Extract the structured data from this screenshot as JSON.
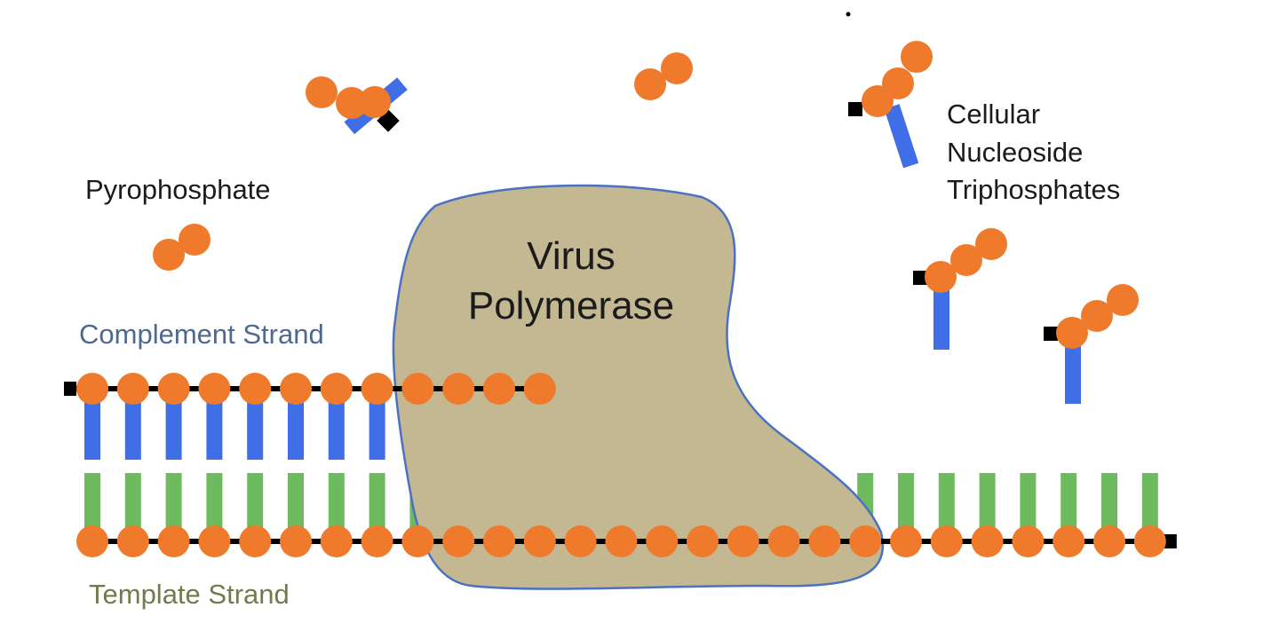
{
  "diagram": {
    "labels": {
      "pyrophosphate": "Pyrophosphate",
      "complement_strand": "Complement Strand",
      "template_strand": "Template Strand",
      "triphosphates_line1": "Cellular",
      "triphosphates_line2": "Nucleoside",
      "triphosphates_line3": "Triphosphates",
      "enzyme_line1": "Virus",
      "enzyme_line2": "Polymerase"
    },
    "colors": {
      "phosphate": "#ef7a2c",
      "complement_base": "#3f6ee6",
      "template_base": "#6dbb5e",
      "enzyme_fill": "#c3b891",
      "enzyme_outline": "#4a72c0",
      "backbone": "#000000"
    },
    "counts": {
      "template_nucleotides": 27,
      "complement_nucleotides": 12
    }
  }
}
